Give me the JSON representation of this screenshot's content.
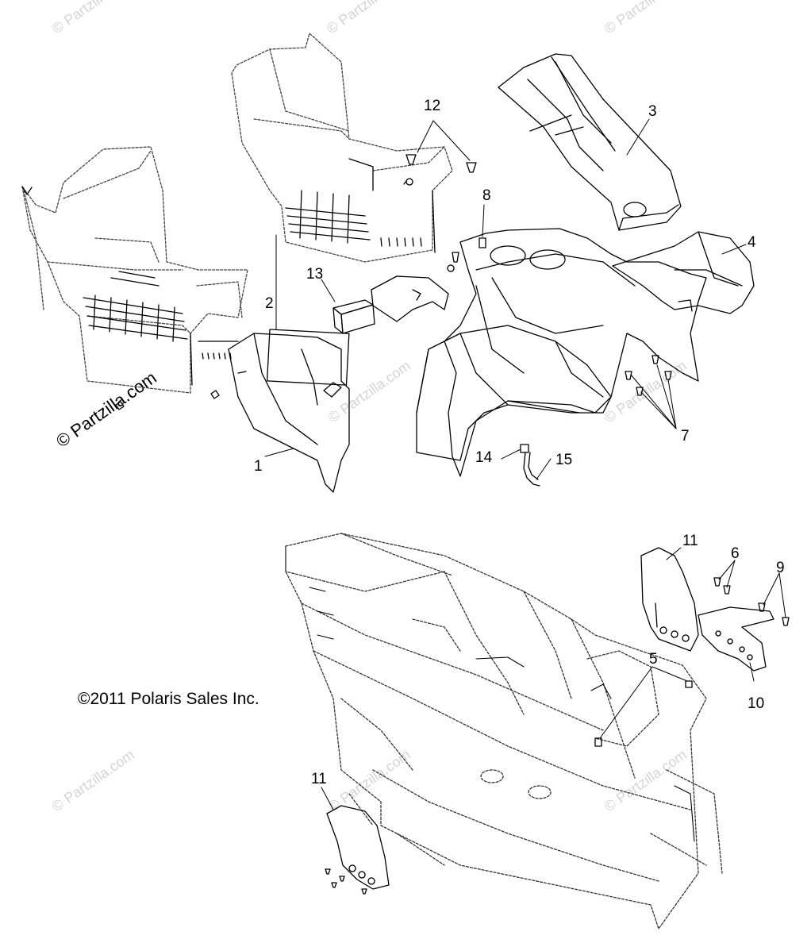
{
  "copyright": "©2011 Polaris Sales Inc.",
  "watermark": "© Partzilla.com",
  "watermark_prefix": "©",
  "watermark_faint": "Partzilla.com",
  "callouts": {
    "c1": "1",
    "c2": "2",
    "c3": "3",
    "c4": "4",
    "c5": "5",
    "c6": "6",
    "c7": "7",
    "c8": "8",
    "c9": "9",
    "c10": "10",
    "c11a": "11",
    "c11b": "11",
    "c12": "12",
    "c13": "13",
    "c14": "14",
    "c15": "15"
  },
  "colors": {
    "line": "#000000",
    "dashed": "#444444",
    "watermark": "#d4d4d4"
  }
}
